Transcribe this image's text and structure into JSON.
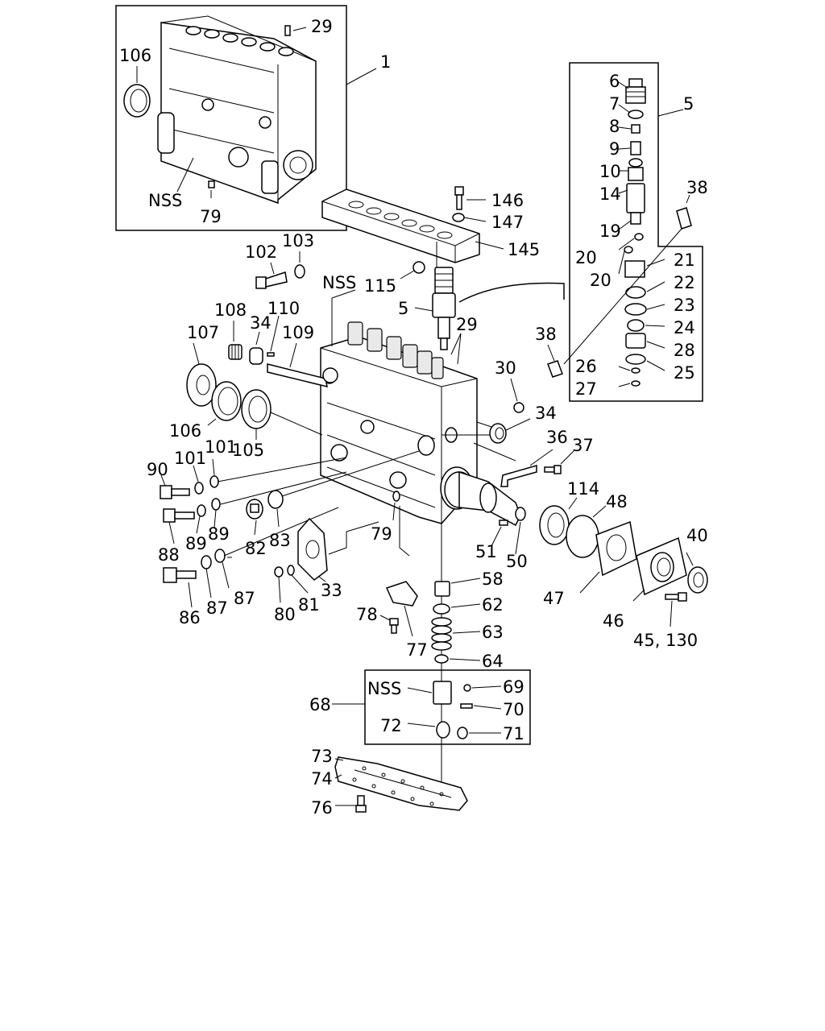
{
  "callouts": {
    "c29a": "29",
    "c106a": "106",
    "c1": "1",
    "cNSSa": "NSS",
    "c79a": "79",
    "c146": "146",
    "c147": "147",
    "c145": "145",
    "c102": "102",
    "c103": "103",
    "cNSSb": "NSS",
    "c115": "115",
    "c5b": "5",
    "c108": "108",
    "c34a": "34",
    "c110": "110",
    "c107": "107",
    "c109": "109",
    "c29b": "29",
    "c30": "30",
    "c106b": "106",
    "c105": "105",
    "c34b": "34",
    "c36": "36",
    "c37": "37",
    "c90": "90",
    "c101a": "101",
    "c101b": "101",
    "c88": "88",
    "c89a": "89",
    "c89b": "89",
    "c82": "82",
    "c83": "83",
    "c79b": "79",
    "c51": "51",
    "c50": "50",
    "c114": "114",
    "c48": "48",
    "c40": "40",
    "c47": "47",
    "c46": "46",
    "c45": "45, 130",
    "c86": "86",
    "c87a": "87",
    "c87b": "87",
    "c80": "80",
    "c81": "81",
    "c33": "33",
    "c58": "58",
    "c78": "78",
    "c62": "62",
    "c63": "63",
    "c77": "77",
    "c64": "64",
    "c68": "68",
    "cNSSc": "NSS",
    "c69": "69",
    "c70": "70",
    "c72": "72",
    "c71": "71",
    "c73": "73",
    "c74": "74",
    "c76": "76",
    "c6": "6",
    "c7": "7",
    "c5a": "5",
    "c8": "8",
    "c9": "9",
    "c10": "10",
    "c14": "14",
    "c19": "19",
    "c38a": "38",
    "c20a": "20",
    "c20b": "20",
    "c21": "21",
    "c22": "22",
    "c23": "23",
    "c24": "24",
    "c28": "28",
    "c26": "26",
    "c25": "25",
    "c27": "27",
    "c38b": "38"
  }
}
